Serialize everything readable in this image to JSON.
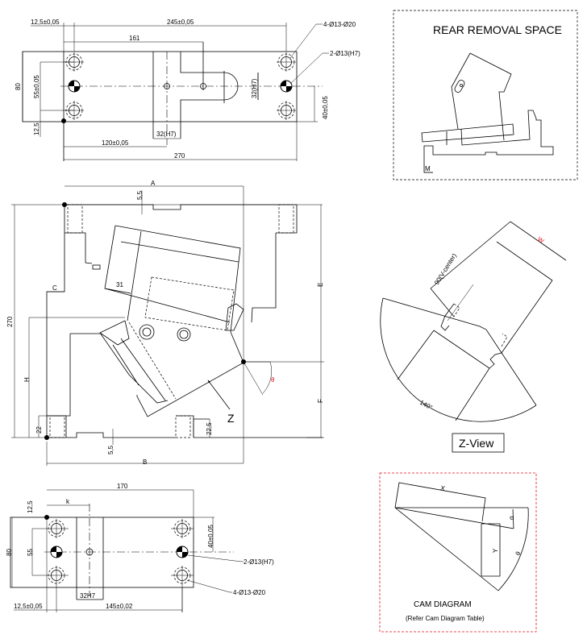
{
  "top_view": {
    "dims": {
      "d1": "12,5±0,05",
      "d2": "245±0,05",
      "d3": "161",
      "d4": "80",
      "d5": "55±0,05",
      "d6": "12,5",
      "d7": "32(H7)",
      "d8": "32(H7)",
      "d9": "120±0,05",
      "d10": "270",
      "d11": "40±0,05"
    },
    "callouts": {
      "c1": "4-Ø13-Ø20",
      "c2": "2-Ø13(H7)"
    }
  },
  "rear_removal": {
    "title": "REAR REMOVAL SPACE",
    "label_m": "M"
  },
  "main_view": {
    "dims": {
      "a": "A",
      "b": "B",
      "c": "C",
      "e": "E",
      "f": "F",
      "h": "H",
      "h270": "270",
      "d55a": "5,5",
      "d55b": "5,5",
      "d31": "31",
      "d22": "22",
      "d225": "22,5"
    },
    "theta": "θ",
    "z_label": "Z"
  },
  "z_view": {
    "title": "Z-View",
    "dim_center": "90(V-center)",
    "dim_w": "W",
    "angle": "140°"
  },
  "bottom_view": {
    "dims": {
      "d170": "170",
      "k": "k",
      "d125": "12,5",
      "d80": "80",
      "d55": "55",
      "d40": "40±0,05",
      "d32": "32H7",
      "d125b": "12,5±0,05",
      "d145": "145±0,02"
    },
    "callouts": {
      "c1": "2-Ø13(H7)",
      "c2": "4-Ø13-Ø20"
    }
  },
  "cam_diagram": {
    "title": "CAM DIAGRAM",
    "subtitle": "(Refer Cam Diagram Table)",
    "x": "X",
    "y": "Y",
    "alpha": "α",
    "theta": "θ",
    "border_color": "#e0141e"
  }
}
